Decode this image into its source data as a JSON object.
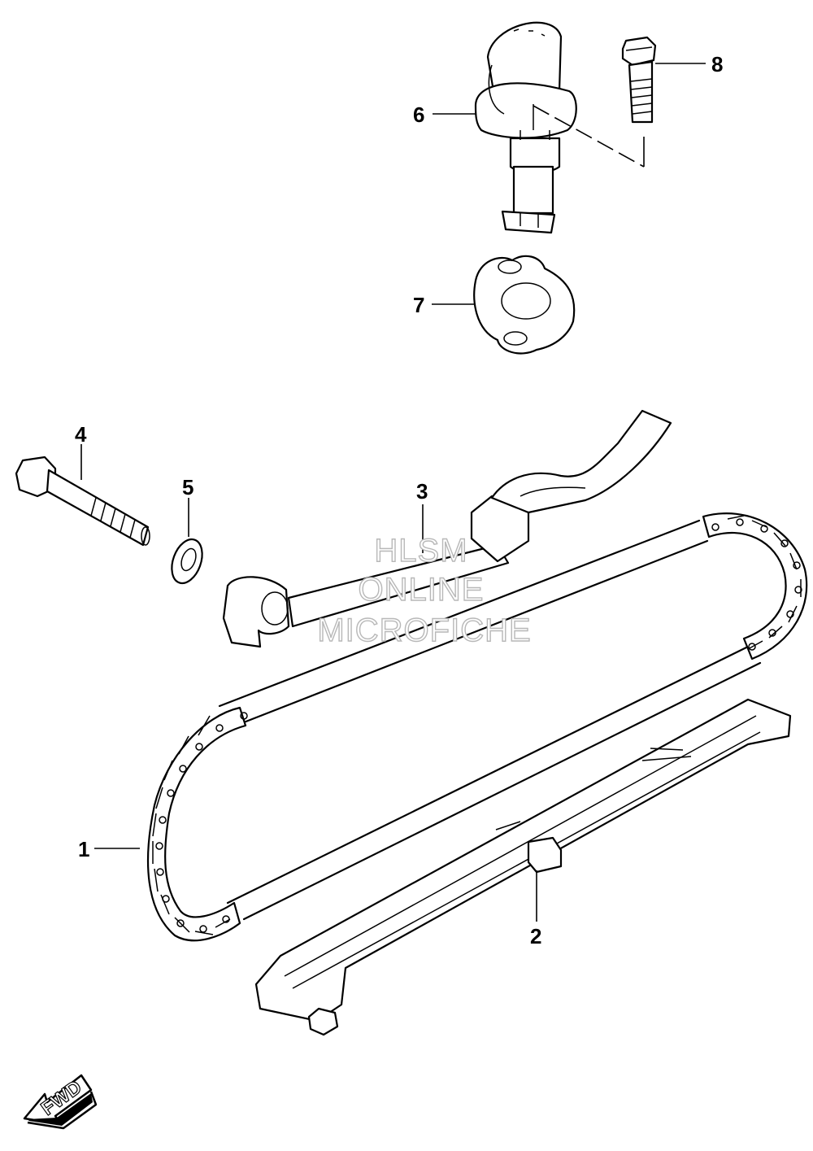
{
  "callouts": {
    "c1": "1",
    "c2": "2",
    "c3": "3",
    "c4": "4",
    "c5": "5",
    "c6": "6",
    "c7": "7",
    "c8": "8"
  },
  "watermark": {
    "line1": "HLSM",
    "line2": "ONLINE",
    "line3": "MICROFICHE"
  },
  "direction_marker": {
    "label": "FWD"
  },
  "icons": {
    "direction": "forward-arrow-icon"
  }
}
